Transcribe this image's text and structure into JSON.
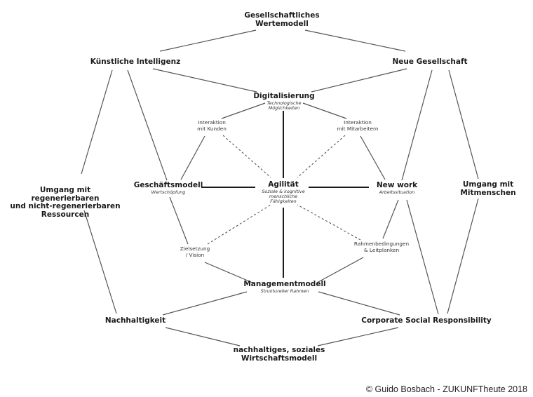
{
  "nodes": {
    "werte": "Gesellschaftliches\nWertemodell",
    "ki": "Künstliche Intelligenz",
    "neue_gesellschaft": "Neue Gesellschaft",
    "digitalisierung": "Digitalisierung",
    "digitalisierung_sub": "Technologische\nMöglichkeiten",
    "geschaeftsmodell": "Geschäftsmodell",
    "geschaeftsmodell_sub": "Wertschöpfung",
    "agilitaet": "Agilität",
    "agilitaet_sub": "Soziale & kognitive\nmenschliche\nFähigkeiten",
    "new_work": "New work",
    "new_work_sub": "Arbeitssituation",
    "managementmodell": "Managementmodell",
    "managementmodell_sub": "Struktureller Rahmen",
    "ressourcen": "Umgang mit\nregenerierbaren\nund nicht-regenerierbaren\nRessourcen",
    "mitmenschen": "Umgang mit\nMitmenschen",
    "nachhaltigkeit": "Nachhaltigkeit",
    "csr": "Corporate Social Responsibility",
    "wirtschaftsmodell": "nachhaltiges, soziales\nWirtschaftsmodell"
  },
  "relations": {
    "kunden": "Interaktion\nmit Kunden",
    "mitarbeiter": "Interaktion\nmit Mitarbeitern",
    "zielsetzung": "Zielsetzung\n/ Vision",
    "rahmen": "Rahmenbedingungen\n& Leitplanken"
  },
  "footer": {
    "copyright": "© Guido Bosbach - ZUKUNFTheute 2018"
  }
}
